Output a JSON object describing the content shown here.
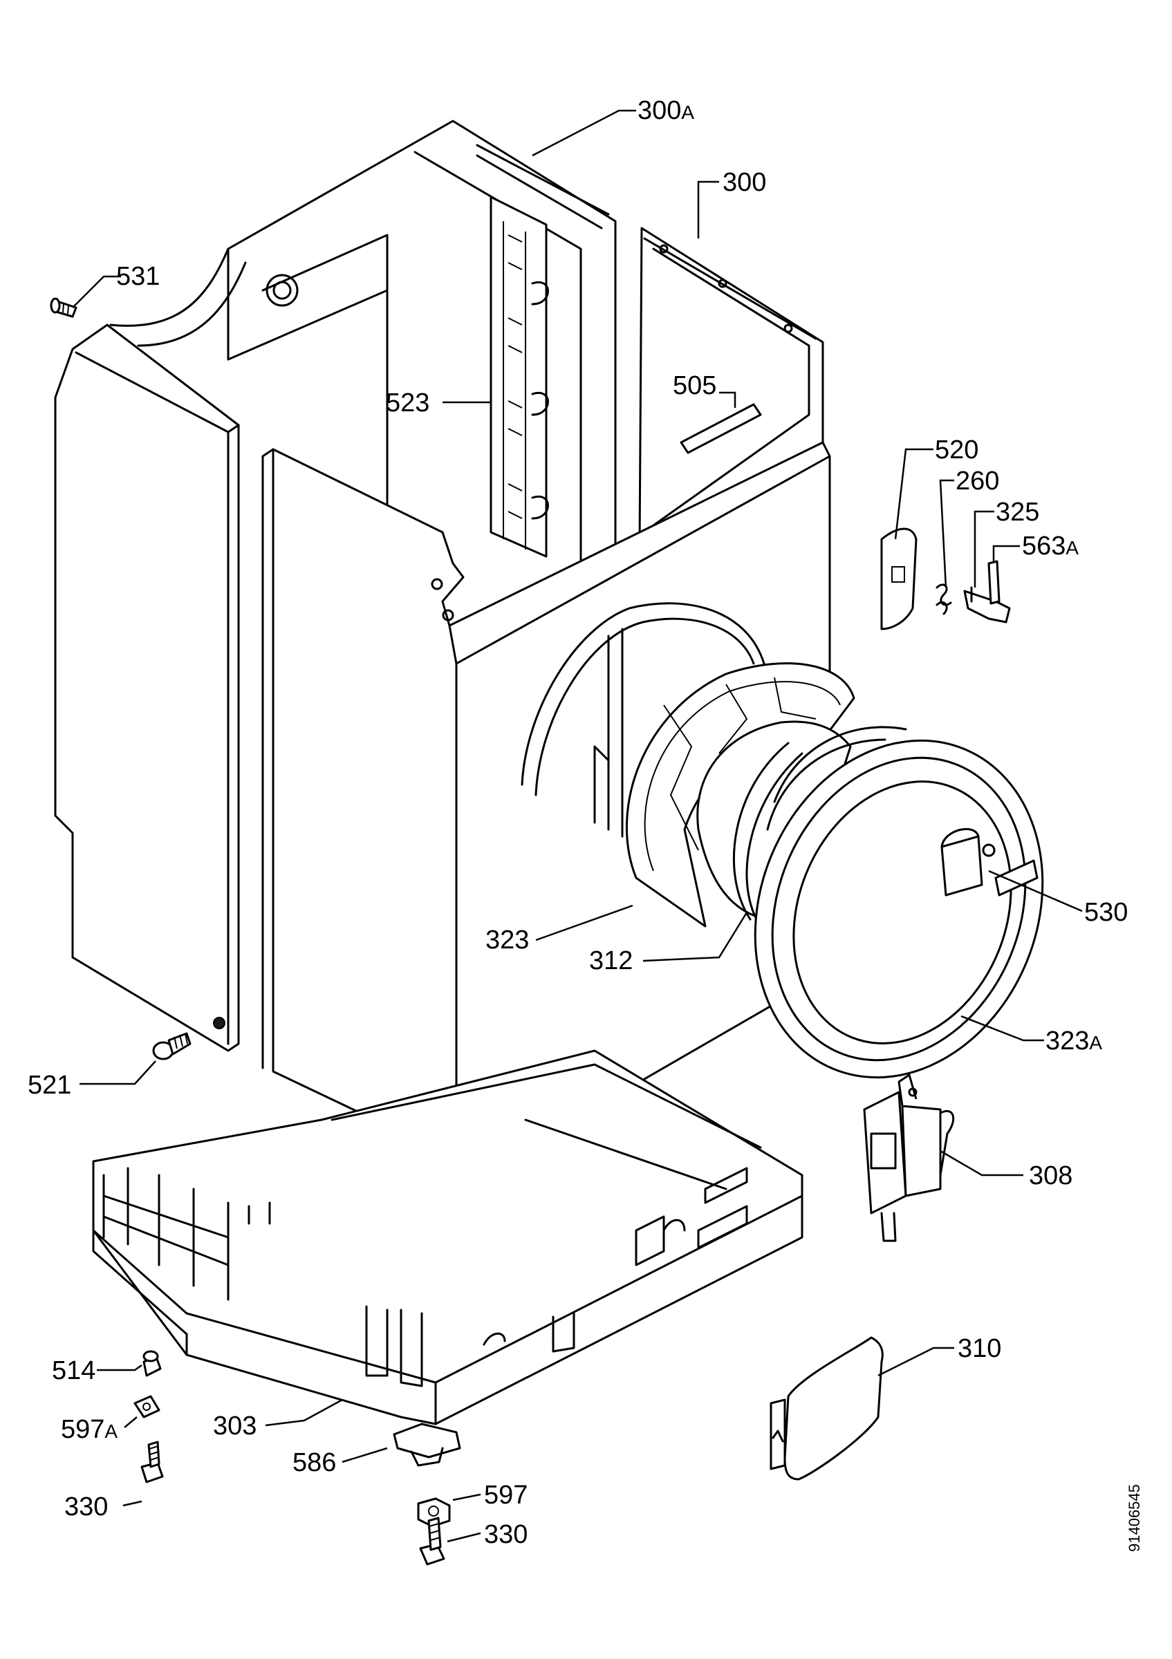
{
  "diagram": {
    "part_labels": {
      "p300a": {
        "num": "300",
        "suffix": "A"
      },
      "p300": {
        "num": "300",
        "suffix": ""
      },
      "p531": {
        "num": "531",
        "suffix": ""
      },
      "p523": {
        "num": "523",
        "suffix": ""
      },
      "p505": {
        "num": "505",
        "suffix": ""
      },
      "p520": {
        "num": "520",
        "suffix": ""
      },
      "p260": {
        "num": "260",
        "suffix": ""
      },
      "p325": {
        "num": "325",
        "suffix": ""
      },
      "p563a": {
        "num": "563",
        "suffix": "A"
      },
      "p530": {
        "num": "530",
        "suffix": ""
      },
      "p323": {
        "num": "323",
        "suffix": ""
      },
      "p312": {
        "num": "312",
        "suffix": ""
      },
      "p323a": {
        "num": "323",
        "suffix": "A"
      },
      "p521": {
        "num": "521",
        "suffix": ""
      },
      "p308": {
        "num": "308",
        "suffix": ""
      },
      "p310": {
        "num": "310",
        "suffix": ""
      },
      "p514": {
        "num": "514",
        "suffix": ""
      },
      "p597a": {
        "num": "597",
        "suffix": "A"
      },
      "p303": {
        "num": "303",
        "suffix": ""
      },
      "p586": {
        "num": "586",
        "suffix": ""
      },
      "p330_left": {
        "num": "330",
        "suffix": ""
      },
      "p597": {
        "num": "597",
        "suffix": ""
      },
      "p330_right": {
        "num": "330",
        "suffix": ""
      }
    },
    "document_number": "91406545"
  }
}
